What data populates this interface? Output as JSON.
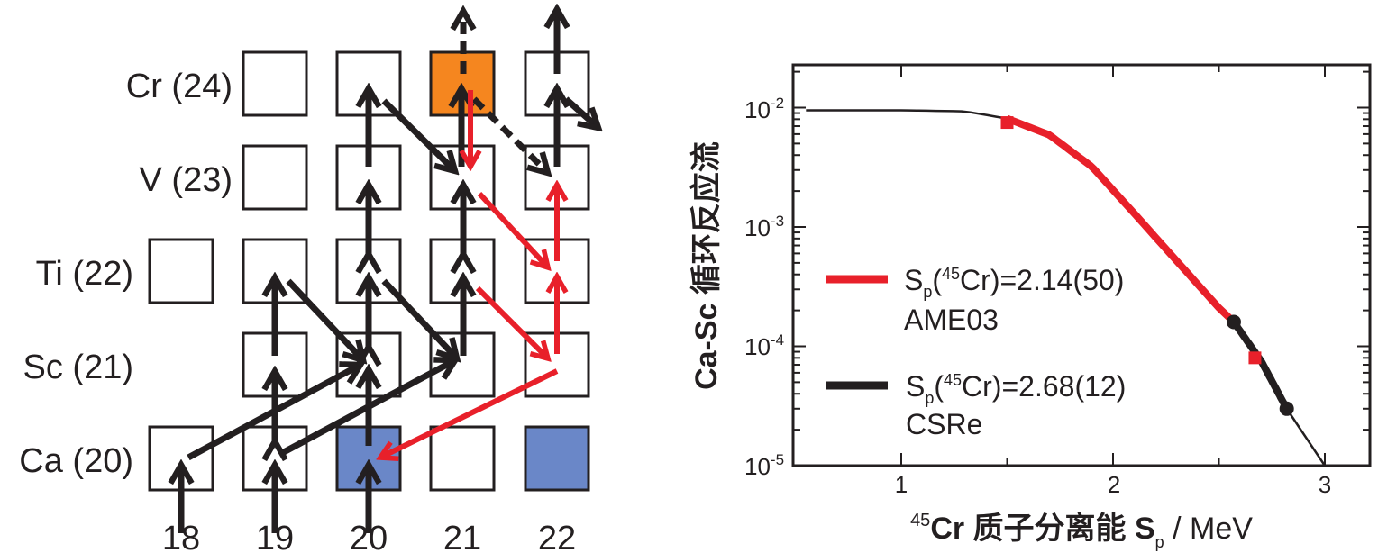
{
  "diagram": {
    "row_labels": [
      "Cr (24)",
      "V (23)",
      "Ti (22)",
      "Sc (21)",
      "Ca (20)"
    ],
    "column_labels": [
      "18",
      "19",
      "20",
      "21",
      "22"
    ],
    "boxes": [
      {
        "row": "Cr (24)",
        "columns": [
          19,
          20,
          21,
          22
        ]
      },
      {
        "row": "V (23)",
        "columns": [
          19,
          20,
          21,
          22
        ]
      },
      {
        "row": "Ti (22)",
        "columns": [
          18,
          19,
          20,
          21,
          22
        ]
      },
      {
        "row": "Sc (21)",
        "columns": [
          19,
          20,
          21,
          22
        ]
      },
      {
        "row": "Ca (20)",
        "columns": [
          18,
          19,
          20,
          21,
          22
        ]
      }
    ],
    "highlighted": [
      {
        "row": "Cr (24)",
        "column": 21,
        "color": "#F5861F"
      },
      {
        "row": "Ca (20)",
        "column": 20,
        "color": "#6A87C8"
      },
      {
        "row": "Ca (20)",
        "column": 22,
        "color": "#6A87C8"
      }
    ],
    "colors": {
      "black_flow": "#231f20",
      "red_flow": "#E8202A"
    }
  },
  "chart_data": {
    "type": "line",
    "xlabel": {
      "sup": "45",
      "main": "Cr 质子分离能 S",
      "sub": "p",
      "unit": " / MeV"
    },
    "ylabel": "Ca-Sc 循环反应流",
    "xlim": [
      0.5,
      3.21
    ],
    "ylim": [
      1e-05,
      0.023
    ],
    "yscale": "log",
    "x_ticks": [
      "1",
      "2",
      "3"
    ],
    "y_ticks": [
      {
        "base": "10",
        "exp": "-2"
      },
      {
        "base": "10",
        "exp": "-3"
      },
      {
        "base": "10",
        "exp": "-4"
      },
      {
        "base": "10",
        "exp": "-5"
      }
    ],
    "curve": {
      "x": [
        0.55,
        1.0,
        1.3,
        1.5,
        1.7,
        1.9,
        2.1,
        2.3,
        2.5,
        2.57,
        2.7,
        2.82,
        3.0
      ],
      "y": [
        0.0095,
        0.0095,
        0.0093,
        0.0081,
        0.0059,
        0.0032,
        0.0013,
        0.00052,
        0.00021,
        0.00016,
        7.5e-05,
        3e-05,
        1e-05
      ]
    },
    "series": [
      {
        "name": "AME03",
        "label_main": "S",
        "label_sub": "p",
        "label_paren": "(",
        "label_sup": "45",
        "label_rest": "Cr)=2.14(50)",
        "range": [
          1.5,
          2.57
        ],
        "color": "#E8202A",
        "marker": "square",
        "markers_x": [
          1.5,
          2.67
        ],
        "markers_y": [
          0.0075,
          8e-05
        ]
      },
      {
        "name": "CSRe",
        "label_main": "S",
        "label_sub": "p",
        "label_paren": "(",
        "label_sup": "45",
        "label_rest": "Cr)=2.68(12)",
        "range": [
          2.57,
          2.82
        ],
        "color": "#231f20",
        "marker": "circle",
        "markers_x": [
          2.57,
          2.82
        ],
        "markers_y": [
          0.00016,
          3e-05
        ]
      }
    ],
    "legend_position": "center-left"
  }
}
